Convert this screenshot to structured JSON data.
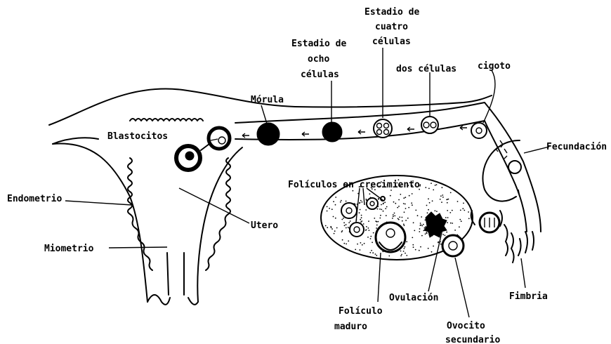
{
  "labels": {
    "cuatro_1": "Estadio de",
    "cuatro_2": "cuatro",
    "cuatro_3": "células",
    "ocho_1": "Estadio de",
    "ocho_2": "ocho",
    "ocho_3": "células",
    "dos": "dos células",
    "cigoto": "cigoto",
    "morula": "Mórula",
    "blastocitos": "Blastocitos",
    "fecundacion": "Fecundación",
    "endometrio": "Endometrio",
    "utero": "Utero",
    "miometrio": "Miometrio",
    "foliculos": "Folículos en crecimiento",
    "folmaduro_1": "Folículo",
    "folmaduro_2": "maduro",
    "ovulacion": "Ovulación",
    "ovocito_1": "Ovocito",
    "ovocito_2": "secundario",
    "fimbria": "Fimbria"
  }
}
